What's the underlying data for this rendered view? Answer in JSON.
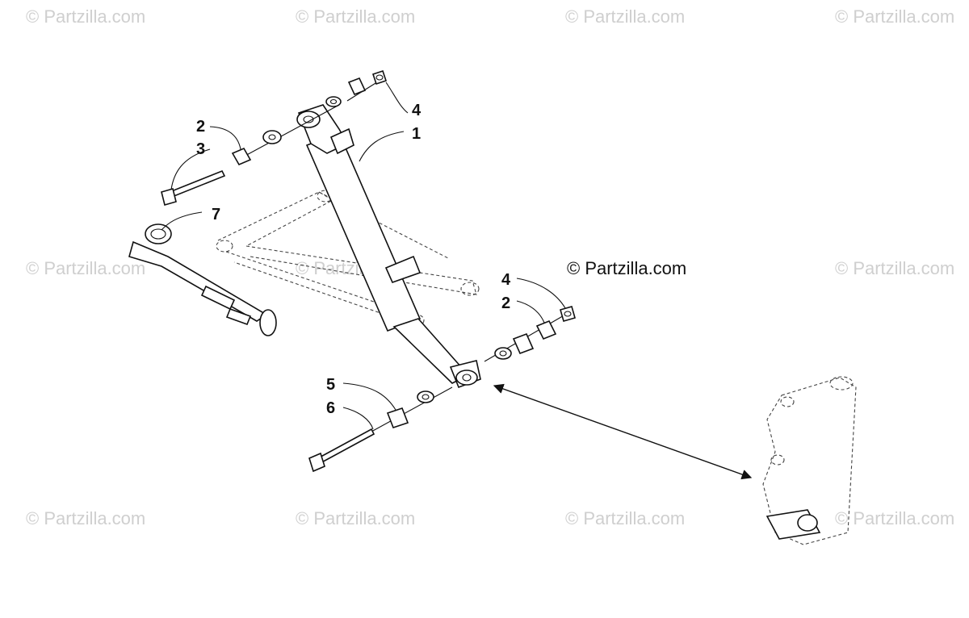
{
  "watermarks": [
    "© Partzilla.com",
    "© Partzilla.com",
    "© Partzilla.com",
    "© Partzilla.com",
    "© Partzilla.com",
    "© Partzilla.com",
    "© Partzilla.com",
    "© Partzilla.com",
    "© Partzilla.com",
    "© Partzilla.com",
    "© Partzilla.com"
  ],
  "credit": "© Partzilla.com",
  "callouts": {
    "c1": "1",
    "c2a": "2",
    "c3": "3",
    "c4a": "4",
    "c7": "7",
    "c4b": "4",
    "c2b": "2",
    "c5": "5",
    "c6": "6"
  },
  "icons": [
    "shock-absorber-icon",
    "bolt-icon",
    "bushing-icon",
    "washer-icon",
    "nut-icon",
    "a-arm-icon",
    "spindle-icon",
    "tool-icon",
    "double-arrow-icon"
  ]
}
